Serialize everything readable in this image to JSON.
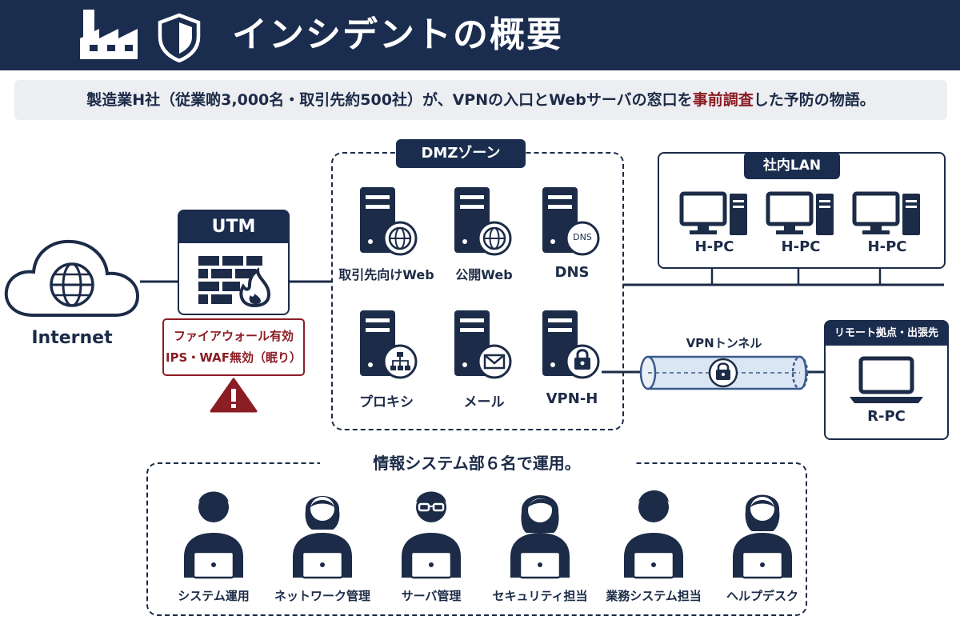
{
  "header": {
    "title": "インシデントの概要",
    "icons": [
      "factory-icon",
      "shield-icon"
    ]
  },
  "summary": {
    "text_before": "製造業H社（従業啲3,000名・取引先約500社）が、VPNの入口とWebサーバの窓口を",
    "highlight": "事前調査",
    "text_after": "した予防の物語。",
    "highlight_color": "#8b1d24"
  },
  "internet": {
    "label": "Internet",
    "icon": "globe-cloud-icon"
  },
  "utm": {
    "title": "UTM",
    "icon": "firewall-icon",
    "status_line1": "ファイアウォール有効",
    "status_line2": "IPS・WAF無効（眠り）",
    "warning_icon": "warning-icon",
    "status_color": "#8b1d24"
  },
  "dmz": {
    "title": "DMZゾーン",
    "servers": [
      {
        "label": "取引先向けWeb",
        "icon": "globe-icon"
      },
      {
        "label": "公開Web",
        "icon": "globe-icon"
      },
      {
        "label": "DNS",
        "icon": "dns-icon",
        "badge": "DNS"
      },
      {
        "label": "プロキシ",
        "icon": "network-icon"
      },
      {
        "label": "メール",
        "icon": "mail-icon"
      },
      {
        "label": "VPN-H",
        "icon": "lock-icon"
      }
    ]
  },
  "lan": {
    "title": "社内LAN",
    "pcs": [
      {
        "label": "H-PC"
      },
      {
        "label": "H-PC"
      },
      {
        "label": "H-PC"
      }
    ]
  },
  "vpn_tunnel": {
    "label": "VPNトンネル",
    "icon": "lock-icon"
  },
  "remote": {
    "title": "リモート拠点・出張先",
    "pc_label": "R-PC"
  },
  "team": {
    "title": "情報システム部６名で運用。",
    "members": [
      {
        "role": "システム運用"
      },
      {
        "role": "ネットワーク管理"
      },
      {
        "role": "サーバ管理"
      },
      {
        "role": "セキュリティ担当"
      },
      {
        "role": "業務システム担当"
      },
      {
        "role": "ヘルプデスク"
      }
    ]
  },
  "colors": {
    "navy": "#1b2d4f",
    "accent_red": "#8b1d24",
    "tunnel_fill": "#dbe6f4",
    "summary_bg": "#eceef2"
  }
}
